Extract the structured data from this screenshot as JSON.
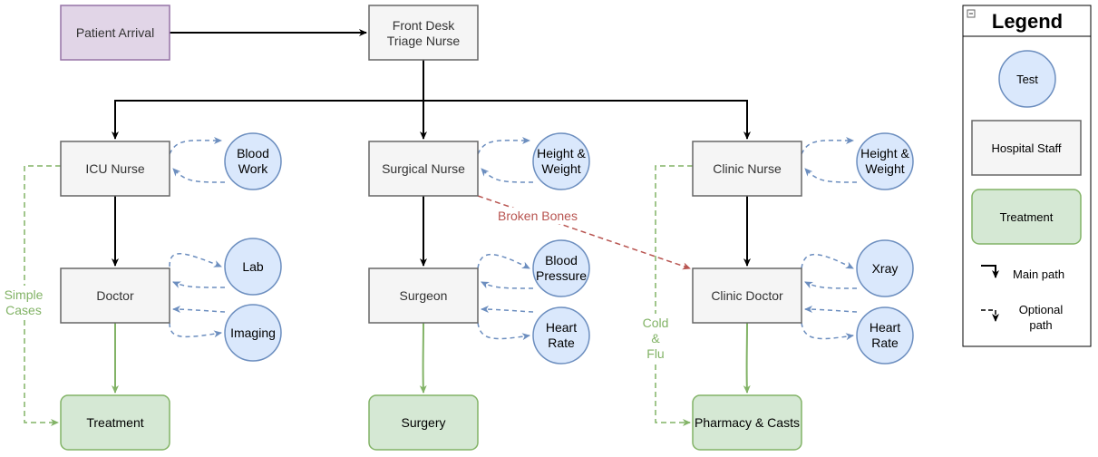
{
  "colors": {
    "staff_fill": "#f5f5f5",
    "staff_stroke": "#666666",
    "test_fill": "#dae8fc",
    "test_stroke": "#6c8ebf",
    "treatment_fill": "#d5e8d4",
    "treatment_stroke": "#82b366",
    "arrival_fill": "#e1d5e7",
    "arrival_stroke": "#9673a6",
    "main_edge": "#000000",
    "optional_edge": "#6c8ebf",
    "treatment_edge": "#82b366",
    "broken_edge": "#b85450"
  },
  "nodes": {
    "patient_arrival": "Patient Arrival",
    "triage": [
      "Front Desk",
      "Triage Nurse"
    ],
    "icu_nurse": "ICU Nurse",
    "surgical_nurse": "Surgical Nurse",
    "clinic_nurse": "Clinic Nurse",
    "doctor": "Doctor",
    "surgeon": "Surgeon",
    "clinic_doctor": "Clinic Doctor",
    "treatment": "Treatment",
    "surgery": "Surgery",
    "pharmacy": "Pharmacy & Casts"
  },
  "tests": {
    "blood_work": [
      "Blood",
      "Work"
    ],
    "height_weight_surgical": [
      "Height &",
      "Weight"
    ],
    "height_weight_clinic": [
      "Height &",
      "Weight"
    ],
    "lab": [
      "Lab"
    ],
    "imaging": [
      "Imaging"
    ],
    "blood_pressure": [
      "Blood",
      "Pressure"
    ],
    "heart_rate_surgeon": [
      "Heart",
      "Rate"
    ],
    "xray": [
      "Xray"
    ],
    "heart_rate_clinic": [
      "Heart",
      "Rate"
    ]
  },
  "edge_labels": {
    "simple_cases": [
      "Simple",
      "Cases"
    ],
    "broken_bones": "Broken Bones",
    "cold_flu": [
      "Cold",
      "&",
      "Flu"
    ]
  },
  "legend": {
    "title": "Legend",
    "collapse_icon": "minus-box-icon",
    "test": "Test",
    "hospital_staff": "Hospital Staff",
    "treatment": "Treatment",
    "main_path": "Main path",
    "optional_path": [
      "Optional",
      "path"
    ]
  }
}
